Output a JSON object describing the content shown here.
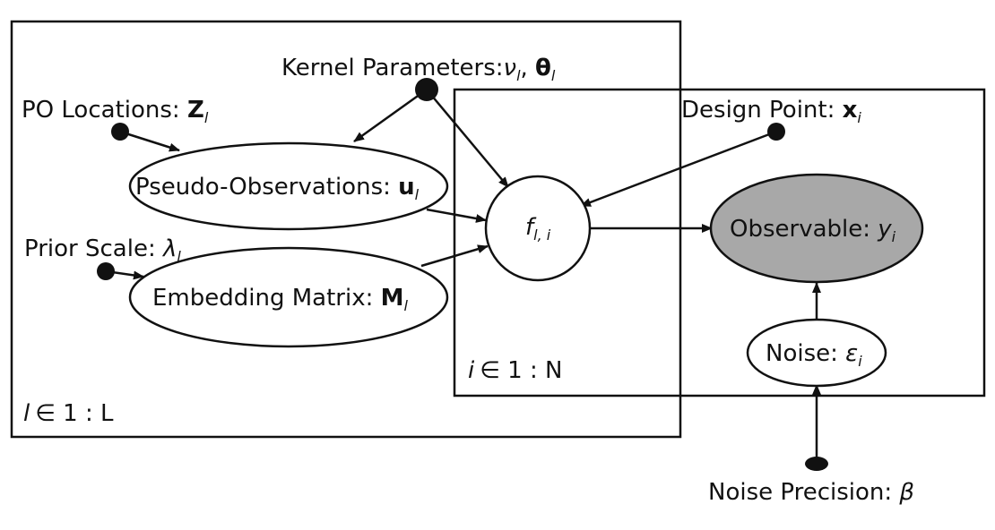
{
  "colors": {
    "ink": "#111111",
    "observed_fill": "#a8a8a8",
    "background": "#ffffff"
  },
  "plates": {
    "outer": {
      "symbol": "l",
      "range": "∈ 1 : L"
    },
    "inner": {
      "symbol": "i",
      "range": "∈ 1 : N"
    }
  },
  "nodes": {
    "kernel": {
      "text": "Kernel Parameters:",
      "sym1": "ν",
      "sub1": "l",
      "sep": ", ",
      "sym2": "θ",
      "sub2": "l"
    },
    "po_locations": {
      "text": "PO Locations: ",
      "sym": "Z",
      "sub": "l"
    },
    "design_point": {
      "text": "Design Point: ",
      "sym": "x",
      "sub": "i"
    },
    "pseudo_obs": {
      "text": "Pseudo-Observations: ",
      "sym": "u",
      "sub": "l"
    },
    "prior_scale": {
      "text": "Prior Scale: ",
      "sym": "λ",
      "sub": "l"
    },
    "embedding": {
      "text": "Embedding Matrix: ",
      "sym": "M",
      "sub": "l"
    },
    "f": {
      "sym": "f",
      "sub": "l, i"
    },
    "observable": {
      "text": "Observable: ",
      "sym": "y",
      "sub": "i"
    },
    "noise": {
      "text": "Noise: ",
      "sym": "ε",
      "sub": "i"
    },
    "noise_precision": {
      "text": "Noise Precision: ",
      "sym": "β"
    }
  }
}
